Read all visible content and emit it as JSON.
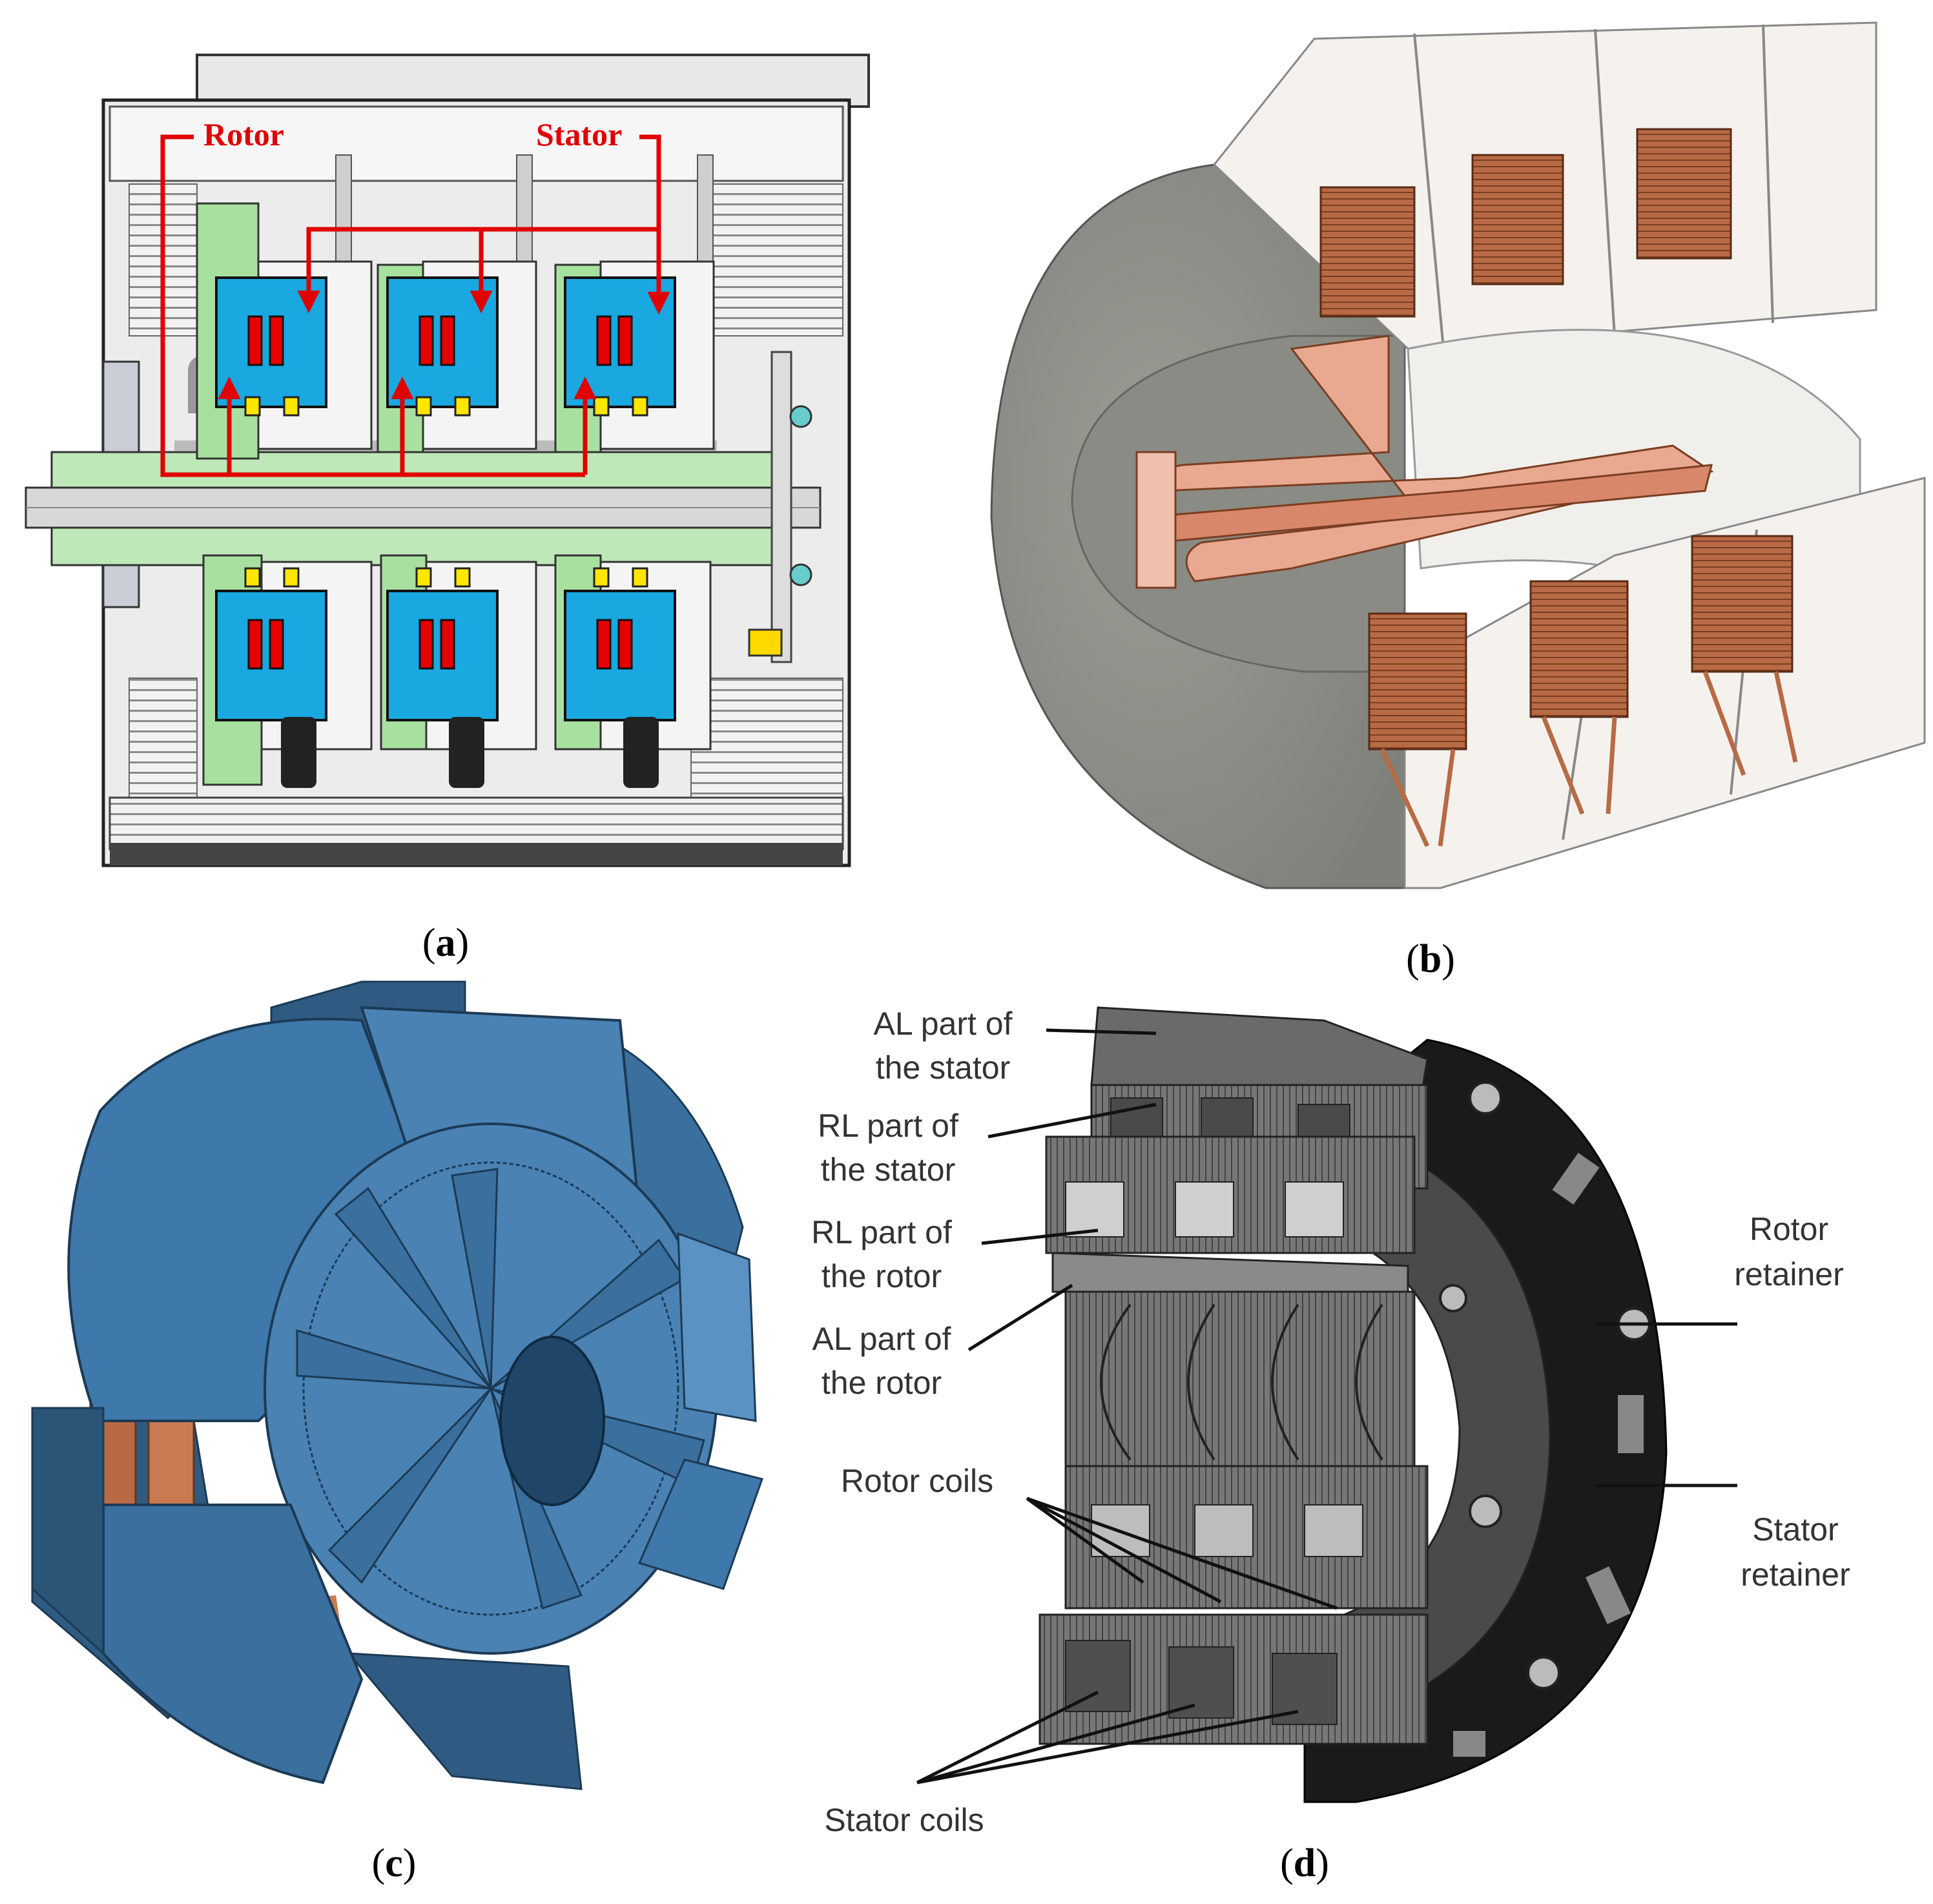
{
  "panels": {
    "a": {
      "caption_open": "(",
      "caption_letter": "a",
      "caption_close": ")",
      "labels": {
        "rotor": "Rotor",
        "stator": "Stator"
      }
    },
    "b": {
      "caption_open": "(",
      "caption_letter": "b",
      "caption_close": ")"
    },
    "c": {
      "caption_open": "(",
      "caption_letter": "c",
      "caption_close": ")"
    },
    "d": {
      "caption_open": "(",
      "caption_letter": "d",
      "caption_close": ")",
      "labels": {
        "al_stator_1": "AL part of",
        "al_stator_2": "the stator",
        "rl_stator_1": "RL part of",
        "rl_stator_2": "the stator",
        "rl_rotor_1": "RL part of",
        "rl_rotor_2": "the rotor",
        "al_rotor_1": "AL part of",
        "al_rotor_2": "the rotor",
        "rotor_coils": "Rotor coils",
        "stator_coils": "Stator coils",
        "rotor_retainer_1": "Rotor",
        "rotor_retainer_2": "retainer",
        "stator_retainer_1": "Stator",
        "stator_retainer_2": "retainer"
      }
    }
  },
  "colors": {
    "red_annotation": "#e00000",
    "coil_red": "#e60000",
    "cyan_core": "#19a8e0",
    "green_part": "#a8e0a0",
    "copper": "#c87a55",
    "steel_blue": "#3a6f9e",
    "grey_body": "#8e8f86"
  }
}
